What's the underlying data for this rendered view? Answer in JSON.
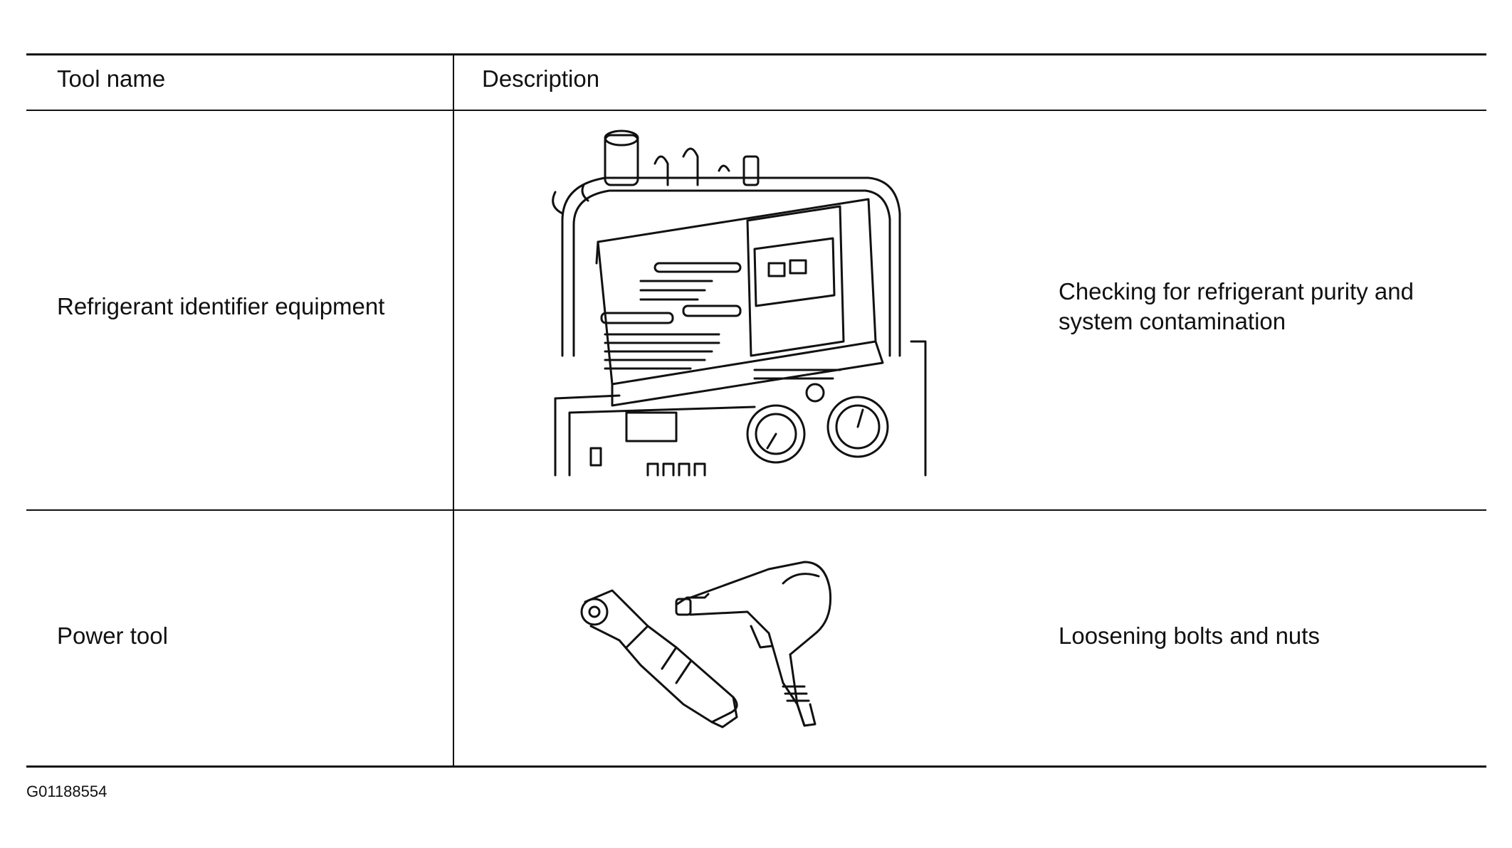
{
  "table": {
    "headers": {
      "tool_name": "Tool name",
      "description": "Description"
    },
    "rows": [
      {
        "tool_name": "Refrigerant identifier equipment",
        "description": "Checking for refrigerant purity and\nsystem contamination",
        "illustration": "refrigerant-identifier-illustration"
      },
      {
        "tool_name": "Power tool",
        "description": "Loosening bolts and nuts",
        "illustration": "power-tool-illustration"
      }
    ]
  },
  "figure_id": "G01188554"
}
